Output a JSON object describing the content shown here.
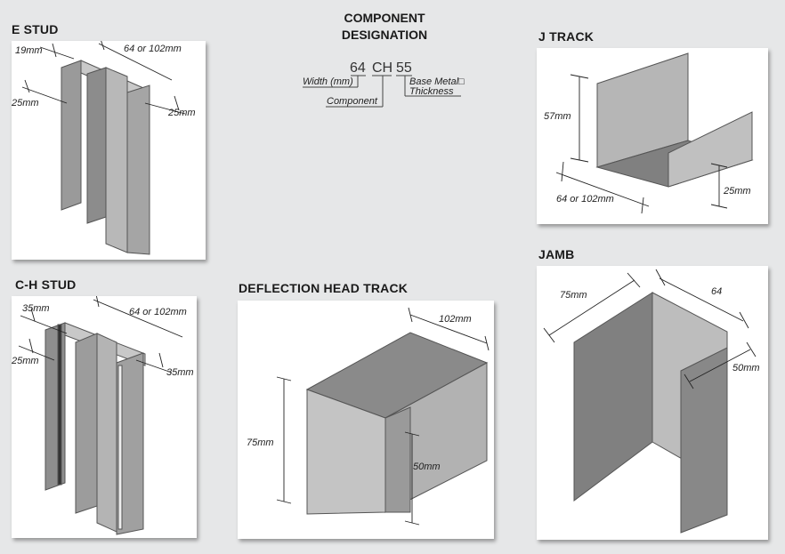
{
  "component_designation": {
    "title_line1": "COMPONENT",
    "title_line2": "DESIGNATION",
    "code_width": "64",
    "code_component": "CH",
    "code_thickness": "55",
    "label_width": "Width (mm)",
    "label_component": "Component",
    "label_thickness_line1": "Base Metal□",
    "label_thickness_line2": "Thickness"
  },
  "e_stud": {
    "title": "E STUD",
    "dim_flange_top": "19mm",
    "dim_width": "64 or 102mm",
    "dim_web_left": "25mm",
    "dim_web_right": "25mm"
  },
  "ch_stud": {
    "title": "C-H STUD",
    "dim_top_left": "35mm",
    "dim_width": "64 or 102mm",
    "dim_left": "25mm",
    "dim_right": "35mm"
  },
  "j_track": {
    "title": "J TRACK",
    "dim_height": "57mm",
    "dim_width": "64 or 102mm",
    "dim_lip": "25mm"
  },
  "deflection_head_track": {
    "title": "DEFLECTION HEAD TRACK",
    "dim_width": "102mm",
    "dim_height_left": "75mm",
    "dim_height_right": "50mm"
  },
  "jamb": {
    "title": "JAMB",
    "dim_left": "75mm",
    "dim_right": "64",
    "dim_lip": "50mm"
  }
}
